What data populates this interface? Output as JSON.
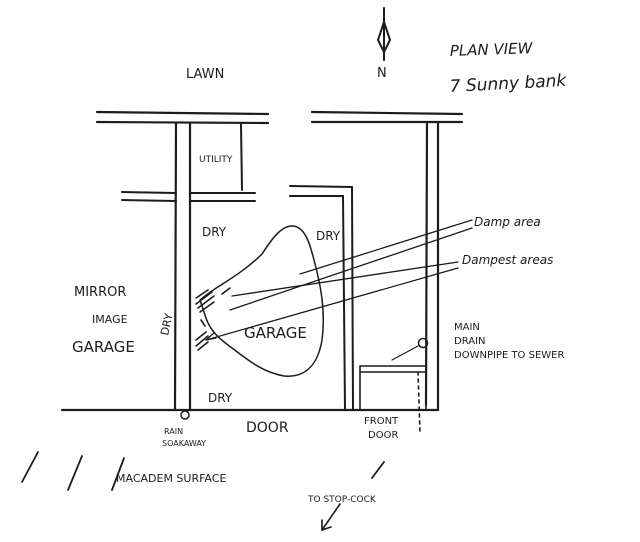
{
  "title": {
    "line1": "PLAN VIEW",
    "line2": "7 Sunny bank"
  },
  "north_label": "N",
  "labels": {
    "lawn": "LAWN",
    "utility": "UTILITY",
    "dry_upper_left": "DRY",
    "dry_upper_right": "DRY",
    "dry_side": "DRY",
    "dry_bottom": "DRY",
    "mirror_image_garage": [
      "MIRROR",
      "IMAGE",
      "GARAGE"
    ],
    "garage": "GARAGE",
    "damp_area": "Damp area",
    "dampest_areas": "Dampest areas",
    "main_drain": [
      "MAIN",
      "DRAIN",
      "DOWNPIPE TO SEWER"
    ],
    "rain_soakaway": [
      "RAIN",
      "SOAKAWAY"
    ],
    "door": "DOOR",
    "front_door": [
      "FRONT",
      "DOOR"
    ],
    "macadem_surface": "MACADEM SURFACE",
    "to_stop_cock": "TO STOP-COCK"
  },
  "colors": {
    "ink": "#1c1c1c",
    "paper": "#ffffff"
  }
}
